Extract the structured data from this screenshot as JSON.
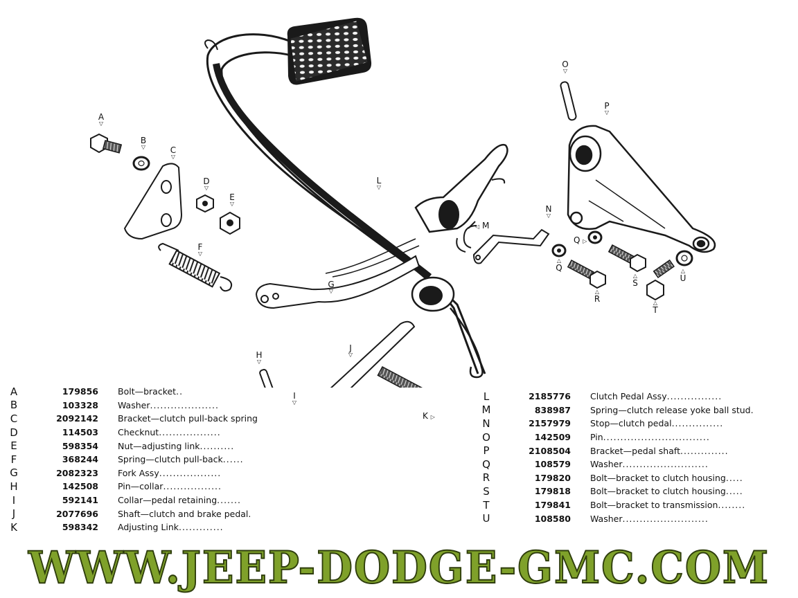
{
  "callouts": [
    "A",
    "B",
    "C",
    "D",
    "E",
    "F",
    "G",
    "H",
    "I",
    "J",
    "K",
    "L",
    "M",
    "N",
    "O",
    "P",
    "Q",
    "Q",
    "R",
    "S",
    "T",
    "U"
  ],
  "parts_left": [
    {
      "key": "A",
      "number": "179856",
      "desc": "Bolt—bracket",
      "leader": ".."
    },
    {
      "key": "B",
      "number": "103328",
      "desc": "Washer",
      "leader": "...................."
    },
    {
      "key": "C",
      "number": "2092142",
      "desc": "Bracket—clutch pull-back spring",
      "leader": ""
    },
    {
      "key": "D",
      "number": "114503",
      "desc": "Checknut",
      "leader": ".................."
    },
    {
      "key": "E",
      "number": "598354",
      "desc": "Nut—adjusting link",
      "leader": ".........."
    },
    {
      "key": "F",
      "number": "368244",
      "desc": "Spring—clutch pull-back",
      "leader": "......"
    },
    {
      "key": "G",
      "number": "2082323",
      "desc": "Fork Assy",
      "leader": ".................."
    },
    {
      "key": "H",
      "number": "142508",
      "desc": "Pin—collar",
      "leader": "................."
    },
    {
      "key": "I",
      "number": "592141",
      "desc": "Collar—pedal retaining",
      "leader": "......."
    },
    {
      "key": "J",
      "number": "2077696",
      "desc": "Shaft—clutch and brake pedal",
      "leader": "."
    },
    {
      "key": "K",
      "number": "598342",
      "desc": "Adjusting Link",
      "leader": "............."
    }
  ],
  "parts_right": [
    {
      "key": "L",
      "number": "2185776",
      "desc": "Clutch Pedal Assy",
      "leader": "................"
    },
    {
      "key": "M",
      "number": "838987",
      "desc": "Spring—clutch release yoke ball stud",
      "leader": "."
    },
    {
      "key": "N",
      "number": "2157979",
      "desc": "Stop—clutch pedal",
      "leader": "..............."
    },
    {
      "key": "O",
      "number": "142509",
      "desc": "Pin",
      "leader": "..............................."
    },
    {
      "key": "P",
      "number": "2108504",
      "desc": "Bracket—pedal shaft",
      "leader": ".............."
    },
    {
      "key": "Q",
      "number": "108579",
      "desc": "Washer",
      "leader": "........................."
    },
    {
      "key": "R",
      "number": "179820",
      "desc": "Bolt—bracket to clutch housing",
      "leader": "....."
    },
    {
      "key": "S",
      "number": "179818",
      "desc": "Bolt—bracket to clutch housing",
      "leader": "....."
    },
    {
      "key": "T",
      "number": "179841",
      "desc": "Bolt—bracket to transmission",
      "leader": "........"
    },
    {
      "key": "U",
      "number": "108580",
      "desc": "Washer",
      "leader": "........................."
    }
  ],
  "watermark": {
    "text": "WWW.JEEP-DODGE-GMC.COM",
    "color": "#7fa12a",
    "outline": "#2e3d0c"
  },
  "colors": {
    "line": "#1a1a1a",
    "pad": "#2b2b2b",
    "background": "#ffffff"
  }
}
